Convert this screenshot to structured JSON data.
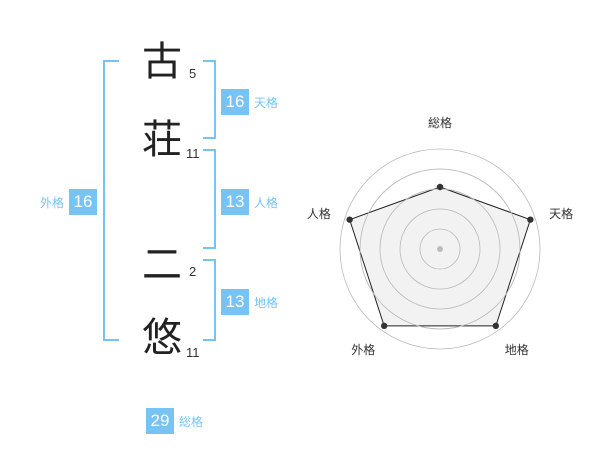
{
  "name": {
    "chars": [
      {
        "char": "古",
        "strokes": "5"
      },
      {
        "char": "荘",
        "strokes": "11"
      },
      {
        "char": "二",
        "strokes": "2"
      },
      {
        "char": "悠",
        "strokes": "11"
      }
    ]
  },
  "scores": {
    "tenkaku": {
      "value": "16",
      "label": "天格"
    },
    "jinkaku": {
      "value": "13",
      "label": "人格"
    },
    "chikaku": {
      "value": "13",
      "label": "地格"
    },
    "gaikaku": {
      "value": "16",
      "label": "外格"
    },
    "soukaku": {
      "value": "29",
      "label": "総格"
    }
  },
  "chart_data": {
    "type": "radar",
    "axes": [
      "総格",
      "天格",
      "地格",
      "外格",
      "人格"
    ],
    "values": [
      0.62,
      0.95,
      0.95,
      0.95,
      0.95
    ],
    "rings": 5,
    "colors": {
      "fill": "#f0f0f0",
      "stroke": "#222222",
      "ring": "#bbbbbb",
      "point": "#333333"
    }
  }
}
